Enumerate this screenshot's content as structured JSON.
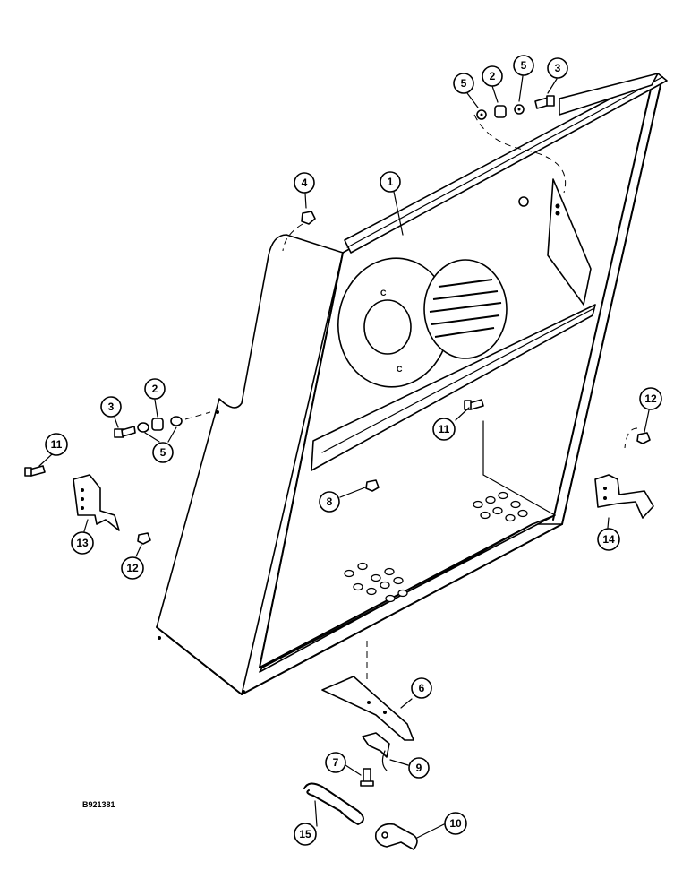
{
  "figure_id": "B921381",
  "callouts": [
    {
      "number": "1"
    },
    {
      "number": "2"
    },
    {
      "number": "5"
    },
    {
      "number": "5"
    },
    {
      "number": "3"
    },
    {
      "number": "4"
    },
    {
      "number": "3"
    },
    {
      "number": "2"
    },
    {
      "number": "5"
    },
    {
      "number": "11"
    },
    {
      "number": "13"
    },
    {
      "number": "12"
    },
    {
      "number": "11"
    },
    {
      "number": "8"
    },
    {
      "number": "12"
    },
    {
      "number": "14"
    },
    {
      "number": "6"
    },
    {
      "number": "7"
    },
    {
      "number": "9"
    },
    {
      "number": "15"
    },
    {
      "number": "10"
    }
  ]
}
